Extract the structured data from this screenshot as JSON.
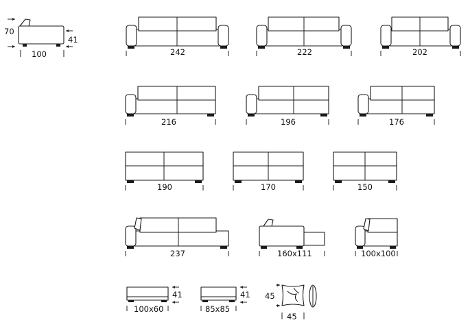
{
  "colors": {
    "line": "#1a1a1a",
    "background": "#ffffff"
  },
  "dimensions": {
    "side_height": "70",
    "side_seat_height": "41",
    "side_depth": "100",
    "sofa_242": "242",
    "sofa_222": "222",
    "sofa_202": "202",
    "sofa_216": "216",
    "sofa_196": "196",
    "sofa_176": "176",
    "sofa_190": "190",
    "sofa_170": "170",
    "sofa_150": "150",
    "chaise_237": "237",
    "chaise_160x111": "160x111",
    "chaise_100x100": "100x100",
    "pouf_large": "100x60",
    "pouf_large_height": "41",
    "pouf_small": "85x85",
    "pouf_small_height": "41",
    "cushion_height": "45",
    "cushion_width": "45"
  }
}
